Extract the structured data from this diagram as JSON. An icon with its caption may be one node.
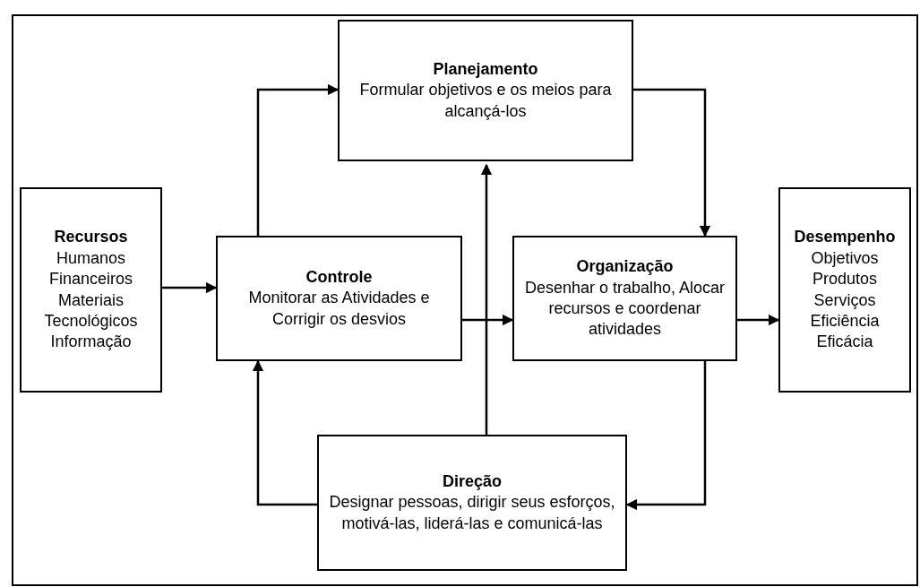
{
  "diagram": {
    "nodes": [
      {
        "text": [
          "Planejamento",
          "Formular objetivos e os meios para alcançá-los"
        ]
      },
      {
        "text": [
          "Recursos",
          "Humanos Financeiros Materiais Tecnológicos Informação"
        ]
      },
      {
        "text": [
          "Controle",
          "Monitorar as Atividades e Corrigir os desvios"
        ]
      },
      {
        "text": [
          "Organização",
          "Desenhar o trabalho, Alocar recursos e coordenar atividades"
        ]
      },
      {
        "text": [
          "Desempenho",
          "Objetivos Produtos Serviços Eficiência Eficácia"
        ]
      },
      {
        "text": [
          "Direção",
          "Designar pessoas, dirigir seus esforços, motivá-las, liderá-las e comunicá-las"
        ]
      }
    ],
    "edges": [
      {
        "from": 1,
        "to": 2,
        "arrow": "to"
      },
      {
        "from": 2,
        "to": 0,
        "arrow": "to"
      },
      {
        "from": 0,
        "to": 3,
        "arrow": "to"
      },
      {
        "from": 5,
        "to": 0,
        "arrow": "to"
      },
      {
        "from": 2,
        "to": 3,
        "arrow": "to"
      },
      {
        "from": 3,
        "to": 4,
        "arrow": "to"
      },
      {
        "from": 3,
        "to": 5,
        "arrow": "to"
      },
      {
        "from": 5,
        "to": 2,
        "arrow": "to"
      }
    ]
  }
}
